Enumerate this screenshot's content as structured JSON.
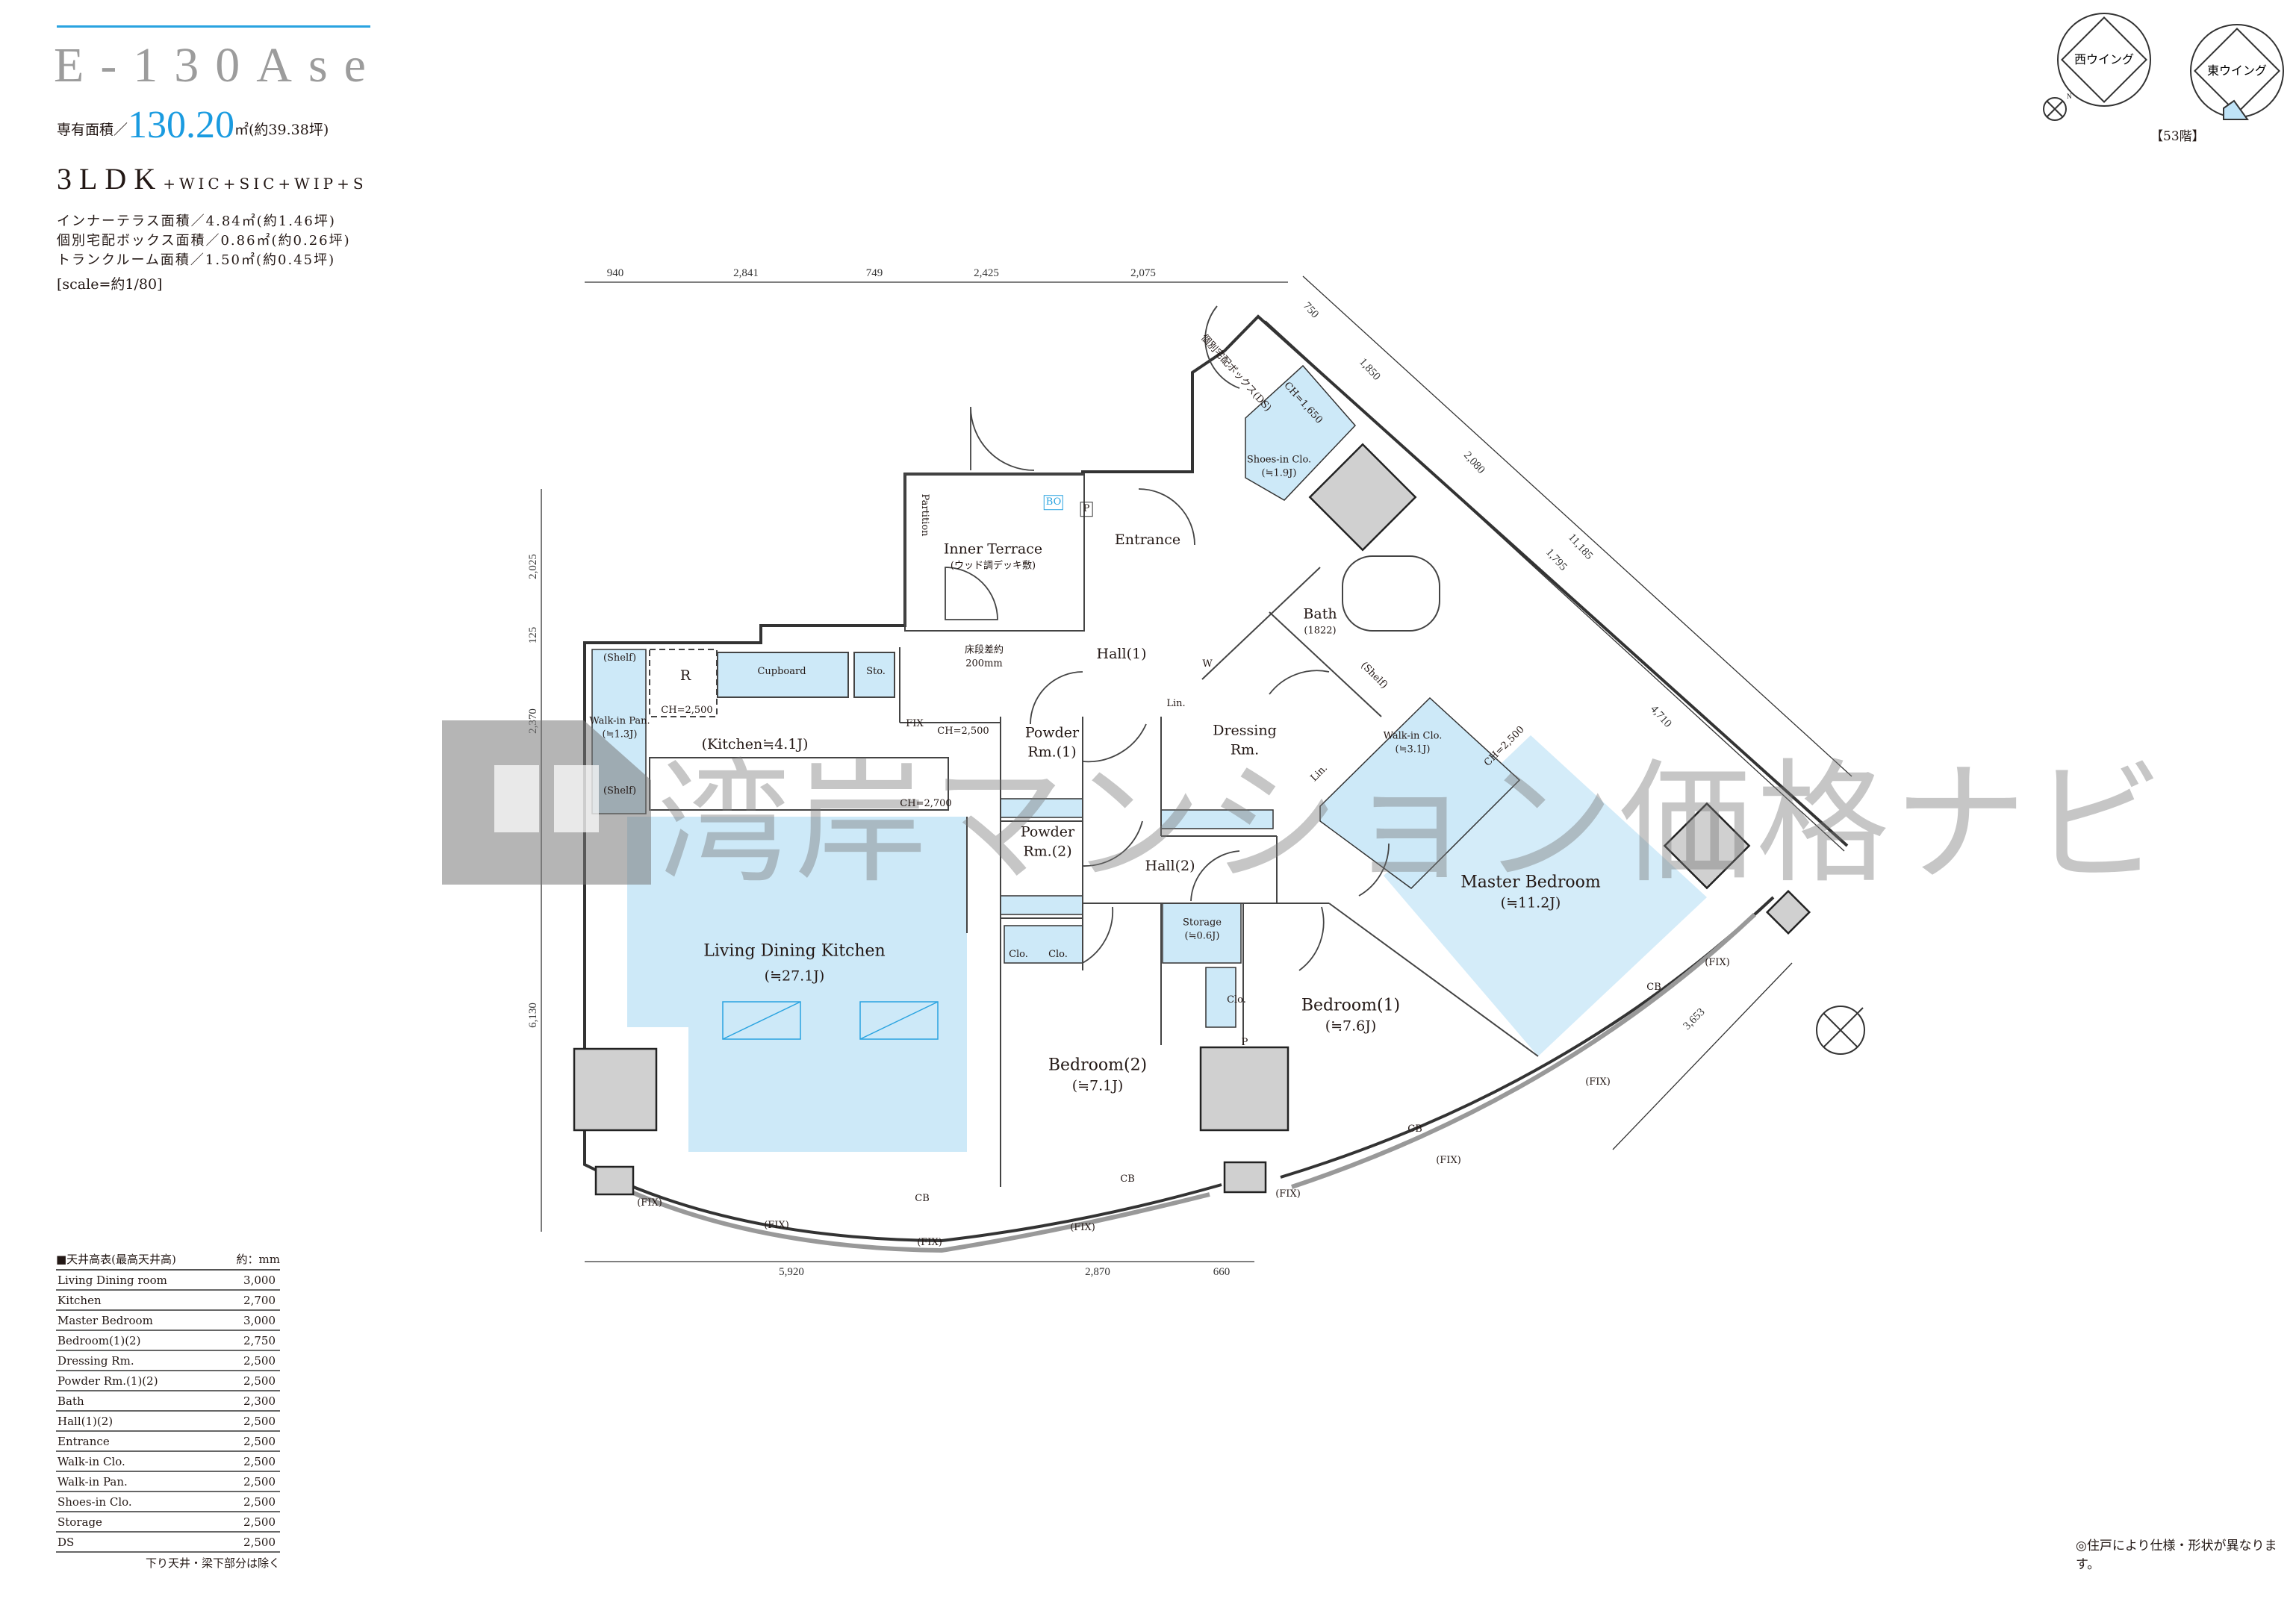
{
  "header": {
    "plan_code": "E-130Ase",
    "area_label": "専有面積／",
    "area_value": "130.20",
    "area_unit": "㎡(約39.38坪)",
    "layout_main": "3LDK",
    "layout_sub": "+WIC+SIC+WIP+S",
    "specs": [
      "インナーテラス面積／4.84㎡(約1.46坪)",
      "個別宅配ボックス面積／0.86㎡(約0.26坪)",
      "トランクルーム面積／1.50㎡(約0.45坪)"
    ],
    "scale": "[scale=約1/80]"
  },
  "keymap": {
    "west_wing": "西ウイング",
    "east_wing": "東ウイング",
    "floor": "【53階】",
    "north": "N"
  },
  "colors": {
    "accent": "#1a9be0",
    "room_fill": "#cde9f8",
    "column": "#d0d0d0"
  },
  "dimensions": {
    "top": [
      "940",
      "2,841",
      "749",
      "2,425",
      "2,075"
    ],
    "bottom": [
      "5,920",
      "2,870",
      "660"
    ],
    "left": [
      "2,025",
      "125",
      "2,370",
      "6,130"
    ],
    "diagonal": [
      "750",
      "1,850",
      "2,080",
      "1,795",
      "4,710",
      "11,185",
      "3,653"
    ]
  },
  "rooms": {
    "inner_terrace": {
      "name": "Inner Terrace",
      "note": "(ウッド調デッキ敷)"
    },
    "partition": "Partition",
    "entrance": "Entrance",
    "bath": {
      "name": "Bath",
      "size": "(1822)"
    },
    "hall1": "Hall(1)",
    "hall2": "Hall(2)",
    "shoes": {
      "name": "Shoes-in Clo.",
      "size": "(≒1.9J)"
    },
    "delivery_box": "個別宅配ボックス(DS)",
    "ch_shoes": "CH=1,650",
    "cupboard": "Cupboard",
    "fridge": "R",
    "sto": "Sto.",
    "walkin_pan": {
      "name": "Walk-in Pan.",
      "size": "(≒1.3J)"
    },
    "kitchen": "(Kitchen≒4.1J)",
    "ch_2500_a": "CH=2,500",
    "ch_2500_b": "CH=2,500",
    "ch_2500_c": "CH=2,500",
    "ch_2700": "CH=2,700",
    "fix": "FIX",
    "step": "床段差約200mm",
    "powder1": "Powder Rm.(1)",
    "powder2": "Powder Rm.(2)",
    "dressing": "Dressing Rm.",
    "walkin_clo": {
      "name": "Walk-in Clo.",
      "size": "(≒3.1J)"
    },
    "lin1": "Lin.",
    "lin2": "Lin.",
    "storage": {
      "name": "Storage",
      "size": "(≒0.6J)"
    },
    "master": {
      "name": "Master Bedroom",
      "size": "(≒11.2J)"
    },
    "bedroom1": {
      "name": "Bedroom(1)",
      "size": "(≒7.6J)"
    },
    "bedroom2": {
      "name": "Bedroom(2)",
      "size": "(≒7.1J)"
    },
    "ldk": {
      "name": "Living Dining Kitchen",
      "size": "(≒27.1J)"
    },
    "clo1": "Clo.",
    "clo2": "Clo.",
    "clo3": "Clo.",
    "shelf": "(Shelf)",
    "cb": "CB",
    "bo": "BO",
    "p": "P",
    "w": "W",
    "sh_fix": "(FIX)"
  },
  "ceiling_table": {
    "title": "■天井高表(最高天井高)",
    "unit": "約：mm",
    "rows": [
      {
        "room": "Living Dining room",
        "height": "3,000"
      },
      {
        "room": "Kitchen",
        "height": "2,700"
      },
      {
        "room": "Master Bedroom",
        "height": "3,000"
      },
      {
        "room": "Bedroom(1)(2)",
        "height": "2,750"
      },
      {
        "room": "Dressing Rm.",
        "height": "2,500"
      },
      {
        "room": "Powder Rm.(1)(2)",
        "height": "2,500"
      },
      {
        "room": "Bath",
        "height": "2,300"
      },
      {
        "room": "Hall(1)(2)",
        "height": "2,500"
      },
      {
        "room": "Entrance",
        "height": "2,500"
      },
      {
        "room": "Walk-in Clo.",
        "height": "2,500"
      },
      {
        "room": "Walk-in Pan.",
        "height": "2,500"
      },
      {
        "room": "Shoes-in Clo.",
        "height": "2,500"
      },
      {
        "room": "Storage",
        "height": "2,500"
      },
      {
        "room": "DS",
        "height": "2,500"
      }
    ],
    "footer": "下り天井・梁下部分は除く"
  },
  "watermark": "湾岸マンション価格ナビ",
  "footnote": "◎住戸により仕様・形状が異なります。"
}
